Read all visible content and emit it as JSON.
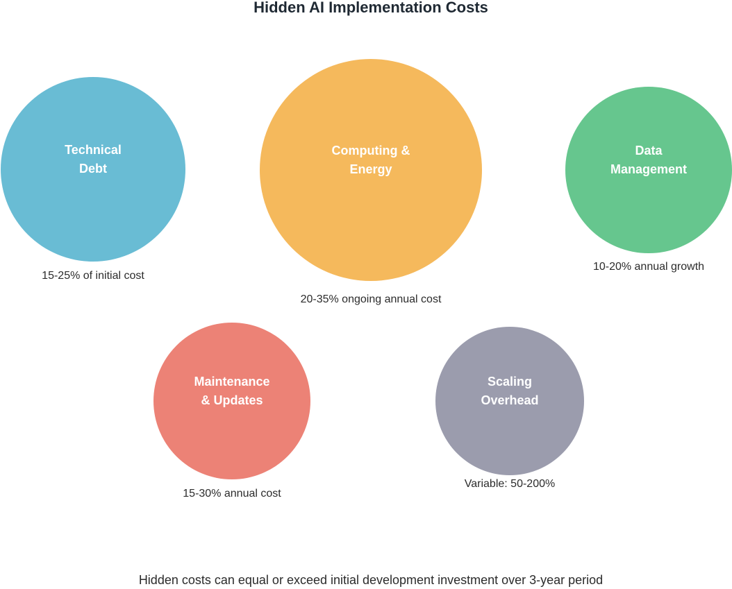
{
  "title": "Hidden AI Implementation Costs",
  "colors": {
    "technical_debt": "#69bcd4",
    "computing_energy": "#f5b95c",
    "data_management": "#66c68e",
    "maintenance_updates": "#ec8276",
    "scaling_overhead": "#9b9cad"
  },
  "nodes": {
    "technical_debt": {
      "line1": "Technical",
      "line2": "Debt",
      "caption": "15-25% of initial cost"
    },
    "computing_energy": {
      "line1": "Computing &",
      "line2": "Energy",
      "caption": "20-35% ongoing annual cost"
    },
    "data_management": {
      "line1": "Data",
      "line2": "Management",
      "caption": "10-20% annual growth"
    },
    "maintenance_updates": {
      "line1": "Maintenance",
      "line2": "& Updates",
      "caption": "15-30% annual cost"
    },
    "scaling_overhead": {
      "line1": "Scaling",
      "line2": "Overhead",
      "caption": "Variable: 50-200%"
    }
  },
  "footer": "Hidden costs can equal or exceed initial development investment over 3-year period"
}
